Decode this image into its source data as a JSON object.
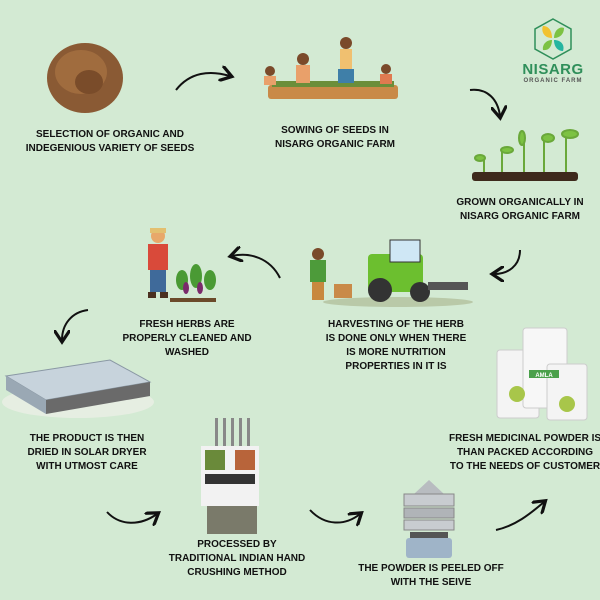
{
  "logo": {
    "name": "NISARG",
    "subtitle": "ORGANIC FARM",
    "colors": {
      "green": "#2f8f5a",
      "yellow": "#f2c230",
      "teal": "#25b5a0",
      "lime": "#7cc242"
    }
  },
  "background": "#d3ead3",
  "steps": [
    {
      "lines": [
        "Selection of organic and",
        "indegenious variety of seeds"
      ]
    },
    {
      "lines": [
        "Sowing of seeds in",
        "Nisarg organic farm"
      ]
    },
    {
      "lines": [
        "Grown organically in",
        "Nisarg organic farm"
      ]
    },
    {
      "lines": [
        "Harvesting of the herb",
        "is done only when there",
        "is more nutrition",
        "properties in it  is"
      ]
    },
    {
      "lines": [
        "Fresh herbs are",
        "properly cleaned and",
        "washed"
      ]
    },
    {
      "lines": [
        "The product is then",
        "dried in solar dryer",
        "with utmost care"
      ]
    },
    {
      "lines": [
        "Processed by",
        "traditional Indian hand",
        "crushing method"
      ]
    },
    {
      "lines": [
        "The powder is peeled off",
        "with the seive"
      ]
    },
    {
      "lines": [
        "Fresh medicinal powder is",
        "than packed according",
        "to the needs of customer"
      ]
    }
  ],
  "pack_label": "AMLA"
}
